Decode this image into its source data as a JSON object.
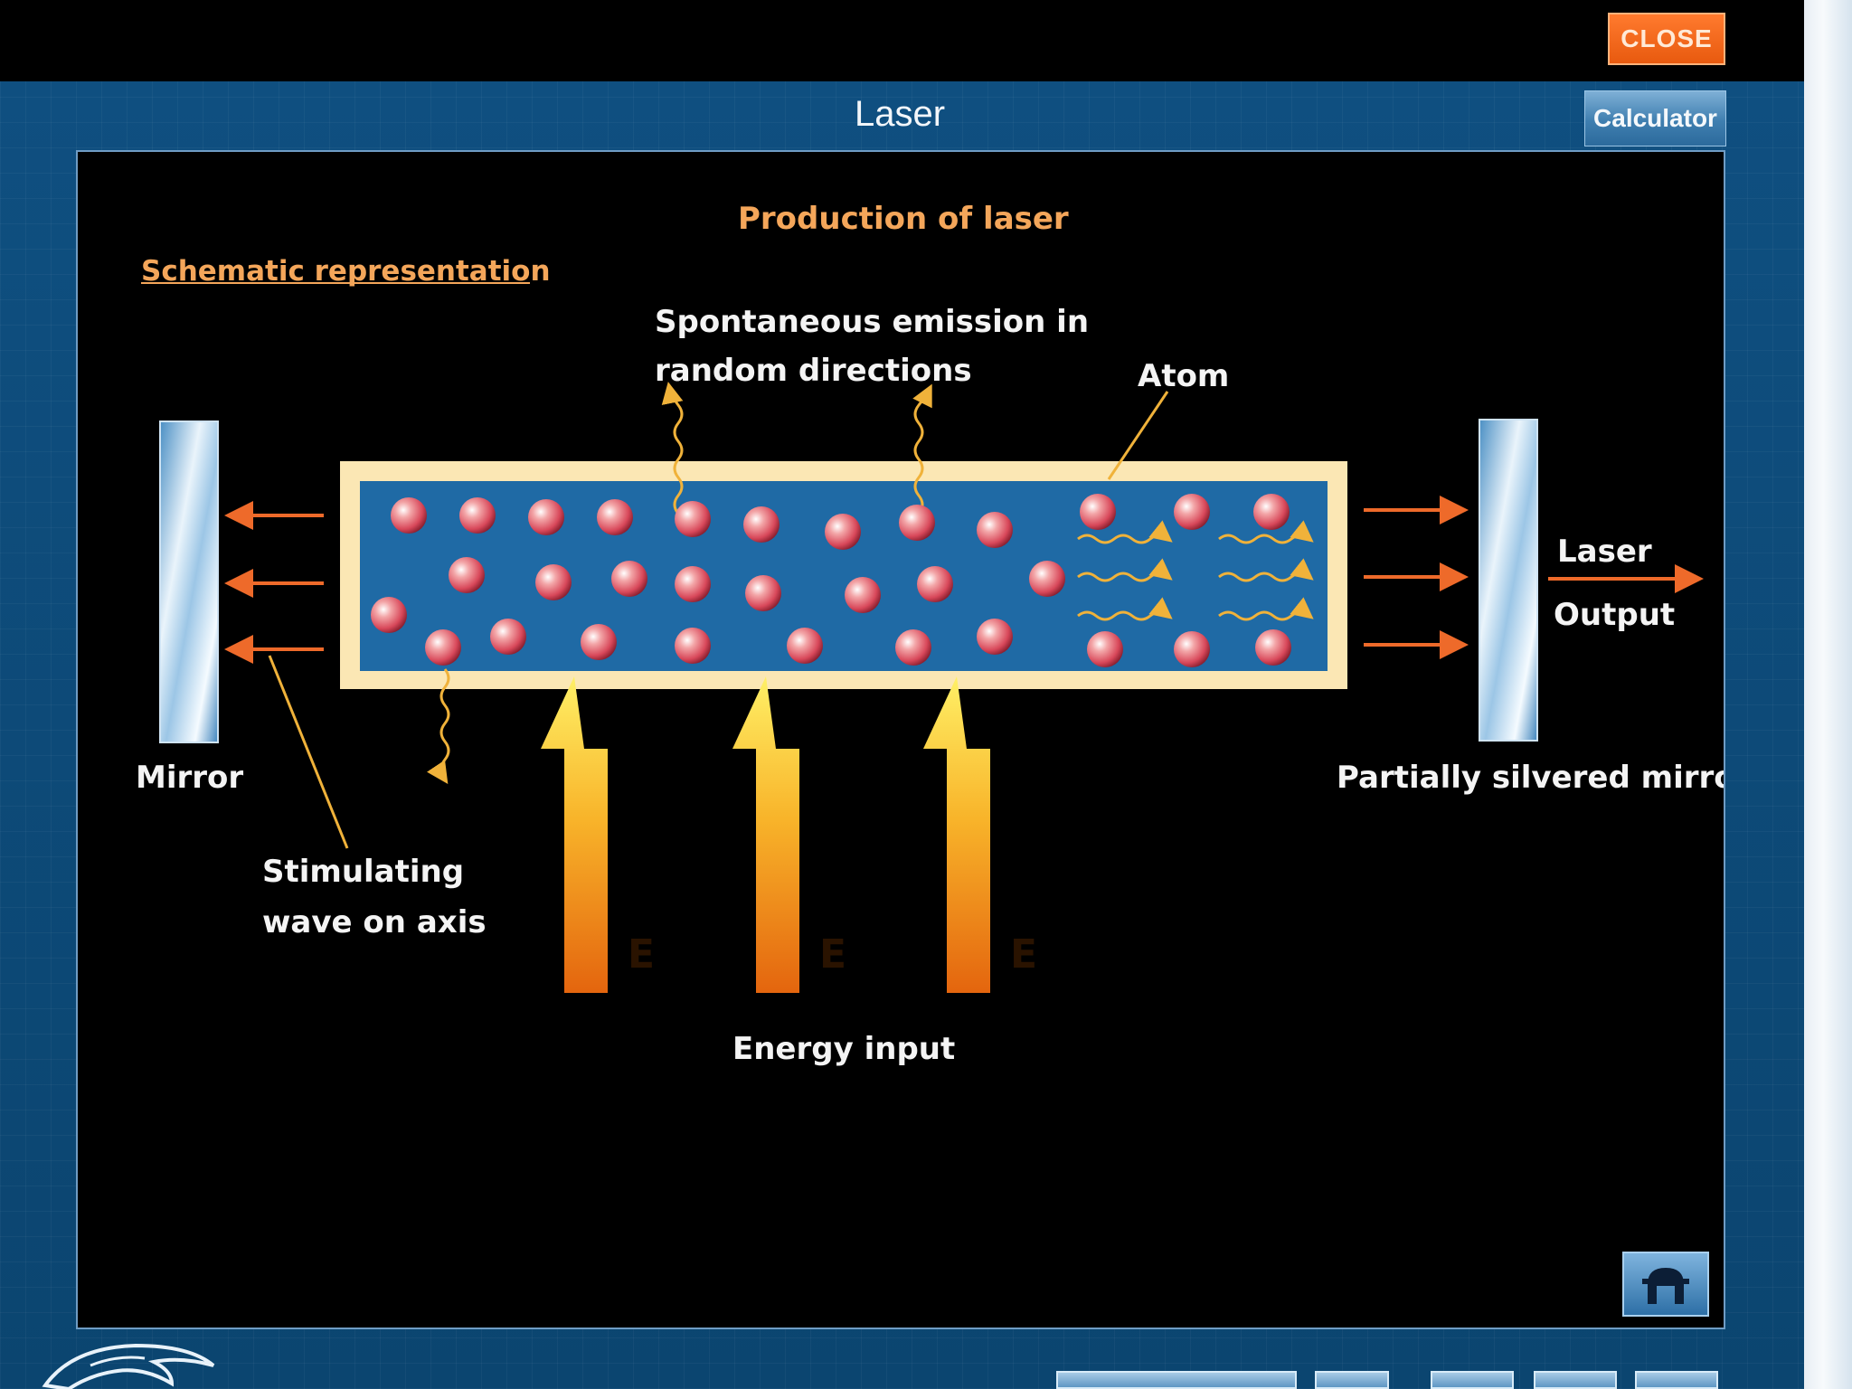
{
  "window": {
    "title": "Laser"
  },
  "toolbar": {
    "close_label": "CLOSE",
    "calculator_label": "Calculator"
  },
  "diagram": {
    "heading": "Production of laser",
    "subheading": "Schematic representation",
    "spontaneous_line1": "Spontaneous emission in",
    "spontaneous_line2": "random directions",
    "atom": "Atom",
    "mirror": "Mirror",
    "stimulating_line1": "Stimulating",
    "stimulating_line2": "wave on axis",
    "laser_output_line1": "Laser",
    "laser_output_line2": "Output",
    "partial_mirror": "Partially silvered mirror",
    "energy_arrow_letter": "E",
    "energy_input": "Energy input"
  },
  "colors": {
    "accent": "#f4a65a",
    "close_button": "#f06a1c",
    "tube_medium": "#1f6aa5",
    "tube_frame": "#f6d58a",
    "atom": "#e86070"
  },
  "icons": {
    "home": "home-icon",
    "logo": "dolphin-logo"
  }
}
